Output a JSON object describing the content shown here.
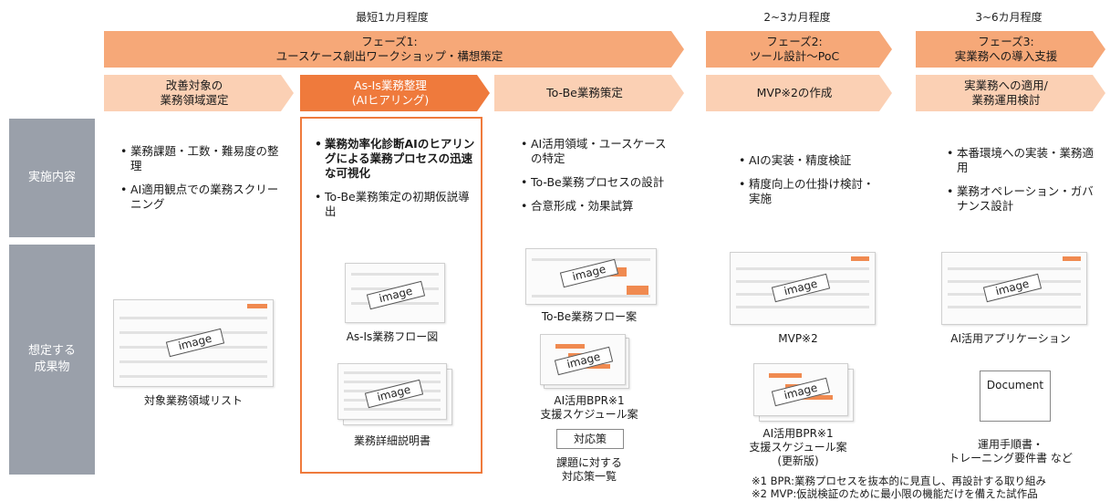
{
  "durations": [
    "最短1カ月程度",
    "2~3カ月程度",
    "3~6カ月程度"
  ],
  "phases": [
    {
      "line1": "フェーズ1:",
      "line2": "ユースケース創出ワークショップ・構想策定"
    },
    {
      "line1": "フェーズ2:",
      "line2": "ツール設計〜PoC"
    },
    {
      "line1": "フェーズ3:",
      "line2": "実業務への導入支援"
    }
  ],
  "steps": [
    {
      "line1": "改善対象の",
      "line2": "業務領域選定"
    },
    {
      "line1": "As-Is業務整理",
      "line2": "(AIヒアリング)"
    },
    {
      "line1": "To-Be業務策定",
      "line2": ""
    },
    {
      "line1": "MVP※2の作成",
      "line2": ""
    },
    {
      "line1": "実業務への適用/",
      "line2": "業務運用検討"
    }
  ],
  "row_headers": {
    "content": "実施内容",
    "deliverables_line1": "想定する",
    "deliverables_line2": "成果物"
  },
  "content": [
    [
      "業務課題・工数・難易度の整理",
      "AI適用観点での業務スクリーニング"
    ],
    [
      "業務効率化診断AIのヒアリングによる業務プロセスの迅速な可視化",
      "To-Be業務策定の初期仮説導出"
    ],
    [
      "AI活用領域・ユースケースの特定",
      "To-Be業務プロセスの設計",
      "合意形成・効果試算"
    ],
    [
      "AIの実装・精度検証",
      "精度向上の仕掛け検討・実施"
    ],
    [
      "本番環境への実装・業務適用",
      "業務オペレーション・ガバナンス設計"
    ]
  ],
  "image_label": "image",
  "deliverables": {
    "col1": "対象業務領域リスト",
    "col2_a": "As-Is業務フロー図",
    "col2_b": "業務詳細説明書",
    "col3_a": "To-Be業務フロー案",
    "col3_b_line1": "AI活用BPR※1",
    "col3_b_line2": "支援スケジュール案",
    "col3_c_box": "対応策",
    "col3_c_line1": "課題に対する",
    "col3_c_line2": "対応策一覧",
    "col4_a": "MVP※2",
    "col4_b_line1": "AI活用BPR※1",
    "col4_b_line2": "支援スケジュール案",
    "col4_b_line3": "(更新版)",
    "col5_a": "AI活用アプリケーション",
    "col5_b_box": "Document",
    "col5_b_line1": "運用手順書・",
    "col5_b_line2": "トレーニング要件書 など"
  },
  "footnotes": [
    "※1 BPR:業務プロセスを抜本的に見直し、再設計する取り組み",
    "※2 MVP:仮説検証のために最小限の機能だけを備えた試作品"
  ],
  "colors": {
    "phase": "#f6a878",
    "step": "#fbd0b4",
    "active_step": "#ef7a3c",
    "row_header": "#9aa0aa",
    "highlight_border": "#ef7a3c"
  }
}
